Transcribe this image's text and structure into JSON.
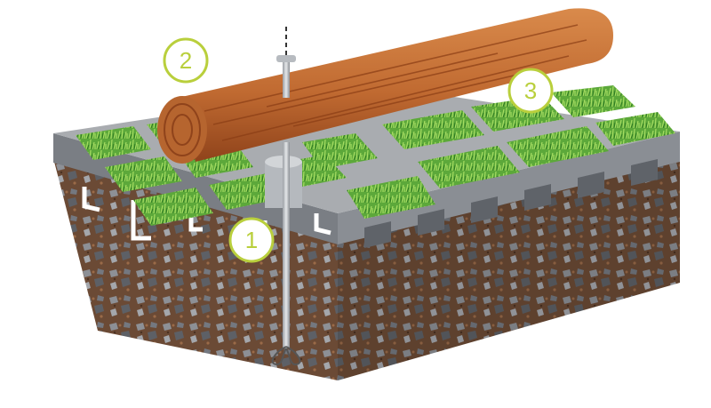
{
  "diagram": {
    "callouts": [
      {
        "id": "1",
        "label": "1"
      },
      {
        "id": "2",
        "label": "2"
      },
      {
        "id": "3",
        "label": "3"
      }
    ],
    "colors": {
      "callout_ring": "#b9cf3c",
      "callout_fill": "#ffffff",
      "grass_light": "#8ed04a",
      "grass_dark": "#3f8f2a",
      "paver_top": "#a9acb0",
      "paver_side": "#6f7378",
      "soil": "#6b4a35",
      "gravel": "#8d9096",
      "log_light": "#d07a3e",
      "log_dark": "#9a4a1f",
      "anchor": "#c9ccd0"
    },
    "icons": [
      "ground-anchor-icon",
      "drainage-log-icon",
      "grass-paver-icon"
    ]
  }
}
